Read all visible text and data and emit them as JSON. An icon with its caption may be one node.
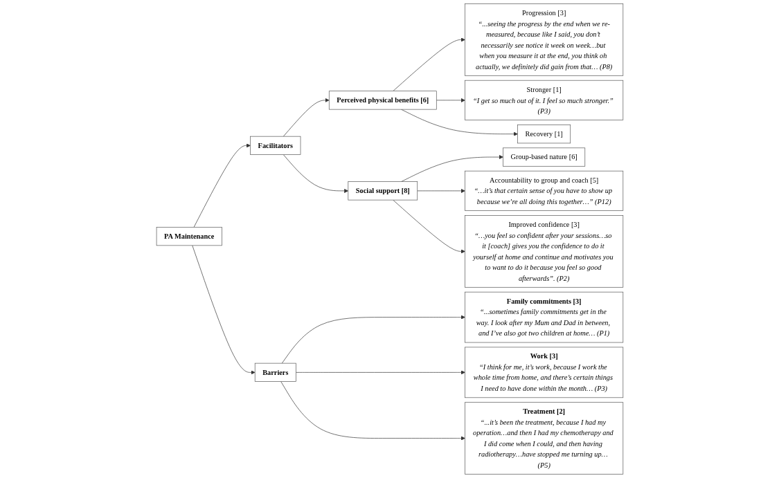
{
  "diagram": {
    "nodes": [
      {
        "text": [
          "Progression [3]",
          "“...seeing the progress by the end when we re-measured, because like I said, you don’t necessarily see notice it week on week…but when you measure it at the end, you think oh actually, we definitely did gain from that… (P8)"
        ]
      },
      {
        "text": [
          "Stronger [1]",
          "“I get so much out of it. I feel so much stronger.” (P3)"
        ]
      },
      {
        "text": [
          "Recovery [1]"
        ]
      },
      {
        "text": [
          "Accountability to group and coach [5]",
          "“…it’s that certain sense of you have to show up because we’re all doing this together…” (P12)"
        ]
      },
      {
        "text": [
          "Improved confidence [3]",
          "“…you feel so confident after your sessions…so it [coach] gives you the confidence to do it yourself at home and continue and motivates you to want to do it because you feel so good afterwards”. (P2)"
        ]
      },
      {
        "text": [
          "Group-based nature [6]"
        ]
      },
      {
        "text": [
          "Perceived physical benefits [6]"
        ]
      },
      {
        "text": [
          "Facilitators"
        ]
      },
      {
        "text": [
          "Social support [8]"
        ]
      },
      {
        "text": [
          "PA Maintenance"
        ]
      },
      {
        "text": [
          "Barriers"
        ]
      },
      {
        "text": [
          "Family commitments [3]",
          "“...sometimes family commitments get in the way. I look after my Mum and Dad in between, and I’ve also got two children at home… (P1)"
        ]
      },
      {
        "text": [
          "Work [3]",
          "“I think for me, it’s work, because I work the whole time from home, and there’s certain things I need to have done within the month… (P3)"
        ]
      },
      {
        "text": [
          "Treatment [2]",
          "“...it’s been the treatment, because I had my operation…and then I had my chemotherapy and I did come when I could, and then having radiotherapy…have stopped me turning up… (P5)"
        ]
      }
    ],
    "edges": [
      {
        "from": 9,
        "to": 7,
        "arrow": "to"
      },
      {
        "from": 9,
        "to": 10,
        "arrow": "to"
      },
      {
        "from": 7,
        "to": 6,
        "arrow": "to"
      },
      {
        "from": 7,
        "to": 8,
        "arrow": "to"
      },
      {
        "from": 6,
        "to": 0,
        "arrow": "to"
      },
      {
        "from": 6,
        "to": 1,
        "arrow": "to"
      },
      {
        "from": 6,
        "to": 2,
        "arrow": "to"
      },
      {
        "from": 8,
        "to": 5,
        "arrow": "to"
      },
      {
        "from": 8,
        "to": 3,
        "arrow": "to"
      },
      {
        "from": 8,
        "to": 4,
        "arrow": "to"
      },
      {
        "from": 10,
        "to": 11,
        "arrow": "to"
      },
      {
        "from": 10,
        "to": 12,
        "arrow": "to"
      },
      {
        "from": 10,
        "to": 13,
        "arrow": "to"
      }
    ]
  }
}
